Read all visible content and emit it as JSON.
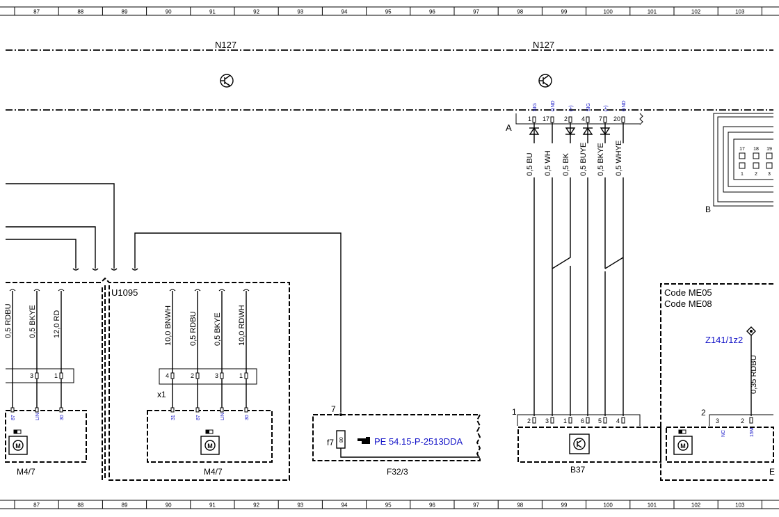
{
  "grid": {
    "columns": [
      "87",
      "88",
      "89",
      "90",
      "91",
      "92",
      "93",
      "94",
      "95",
      "96",
      "97",
      "98",
      "99",
      "100",
      "101",
      "102",
      "103"
    ]
  },
  "labels": {
    "n127_left": "N127",
    "n127_right": "N127",
    "connector_a": "A",
    "connector_b": "B",
    "u1095": "U1095",
    "code_me05": "Code ME05",
    "code_me08": "Code ME08",
    "z141": "Z141/1z2",
    "x1": "x1",
    "node_7": "7",
    "node_1": "1",
    "node_2": "2",
    "f7": "f7",
    "fuse_rating": "80",
    "ref_link": "PE 54.15-P-2513DDA",
    "comp_m47_left": "M4/7",
    "comp_m47_mid": "M4/7",
    "comp_f32": "F32/3",
    "comp_b37": "B37",
    "comp_e_partial": "E"
  },
  "n127_pins": [
    {
      "num": "1",
      "signal": "SIG",
      "wire": "0,5 BU"
    },
    {
      "num": "17",
      "signal": "GND",
      "wire": "0,5 WH"
    },
    {
      "num": "2",
      "signal": "(+)",
      "wire": "0,5 BK"
    },
    {
      "num": "4",
      "signal": "SIG",
      "wire": "0,5 BUYE"
    },
    {
      "num": "7",
      "signal": "(+)",
      "wire": "0,5 BKYE"
    },
    {
      "num": "20",
      "signal": "GND",
      "wire": "0,5 WHYE"
    }
  ],
  "b37_pins": [
    "2",
    "3",
    "1",
    "6",
    "5",
    "4"
  ],
  "m47_left": {
    "wires": [
      "0,5 RDBU",
      "0,5 BKYE",
      "12,0 RD"
    ],
    "pins": [
      "3",
      "1"
    ],
    "terminals": [
      "87",
      "LIN",
      "30"
    ]
  },
  "m47_mid": {
    "wires": [
      "10,0 BNWH",
      "0,5 RDBU",
      "0,5 BKYE",
      "10,0 RDWH"
    ],
    "pins": [
      "4",
      "2",
      "3",
      "1"
    ],
    "terminals": [
      "31",
      "87",
      "LIN",
      "30"
    ]
  },
  "e_right": {
    "wire": "0,35 RDBU",
    "pins": [
      "3",
      "2"
    ],
    "terminals": [
      "NC",
      "15M"
    ]
  },
  "inset_connector": {
    "top_pins": [
      "17",
      "18",
      "19"
    ],
    "bottom_pins": [
      "1",
      "2",
      "3"
    ]
  },
  "colors": {
    "line": "#000000",
    "signal_text": "#1414c8",
    "background": "#ffffff"
  }
}
